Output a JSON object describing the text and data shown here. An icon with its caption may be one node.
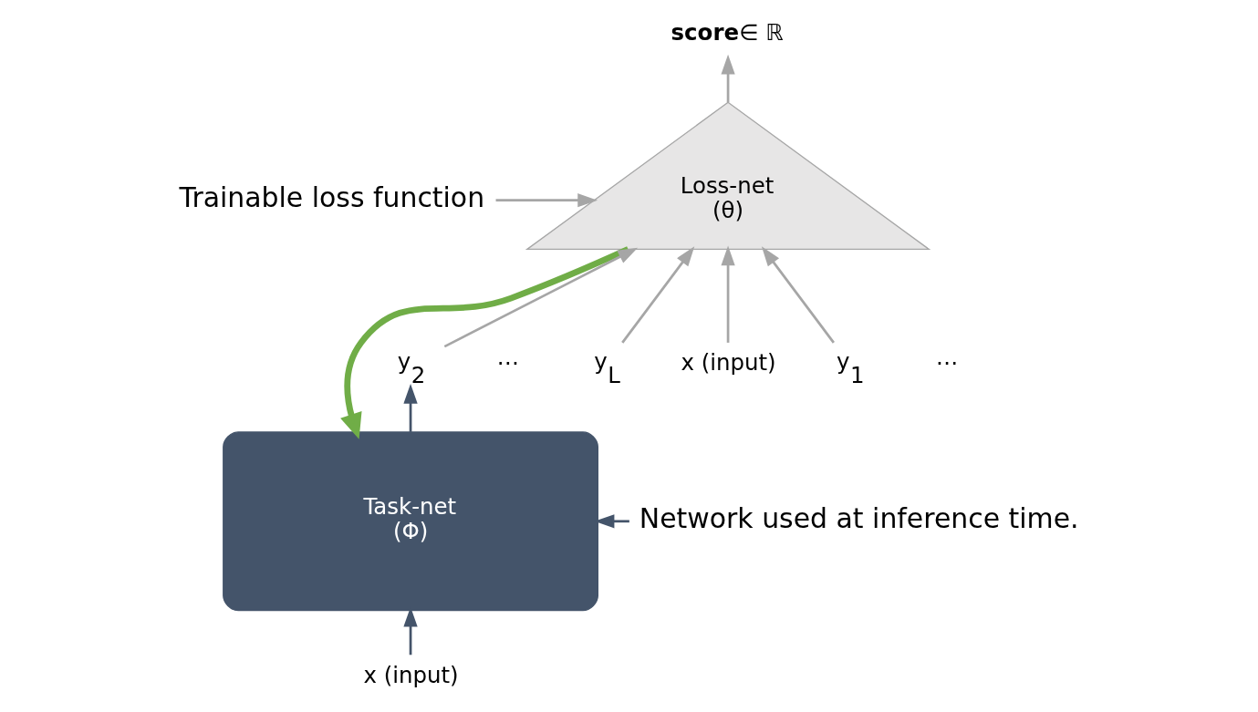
{
  "diagram": {
    "nodes": [
      {
        "text": [
          "Trainable loss function"
        ]
      },
      {
        "text": [
          "Loss-net",
          "(θ)"
        ]
      },
      {
        "text": [
          "**score**∈ ℝ"
        ]
      },
      {
        "text": [
          "x (input)"
        ]
      },
      {
        "text": [
          "y$_{1}$"
        ]
      },
      {
        "text": [
          "y$_{2}$"
        ]
      },
      {
        "text": [
          "y$_{L}$"
        ]
      },
      {
        "text": [
          "Network used at inference time."
        ]
      },
      {
        "text": [
          "Task-net",
          "(Φ)"
        ]
      },
      {
        "text": [
          "x (input)"
        ]
      }
    ],
    "edges": [
      {
        "from": 0,
        "to": 1,
        "arrow": "to"
      },
      {
        "from": 1,
        "to": 2,
        "arrow": "to"
      },
      {
        "from": 3,
        "to": 1,
        "arrow": "to"
      },
      {
        "from": 4,
        "to": 1,
        "arrow": "to"
      },
      {
        "from": 5,
        "to": 1,
        "arrow": "to"
      },
      {
        "from": 6,
        "to": 1,
        "arrow": "to"
      },
      {
        "from": 7,
        "to": 8,
        "arrow": "to",
        "color": "#44546a"
      },
      {
        "from": 8,
        "to": 5,
        "arrow": "to",
        "color": "#44546a"
      },
      {
        "from": 9,
        "to": 8,
        "arrow": "to",
        "color": "#44546a"
      },
      {
        "from": 1,
        "to": 8,
        "arrow": "to",
        "style": "thick",
        "color": "#70ad47"
      }
    ],
    "labels": [
      "⋯",
      "⋯"
    ]
  }
}
